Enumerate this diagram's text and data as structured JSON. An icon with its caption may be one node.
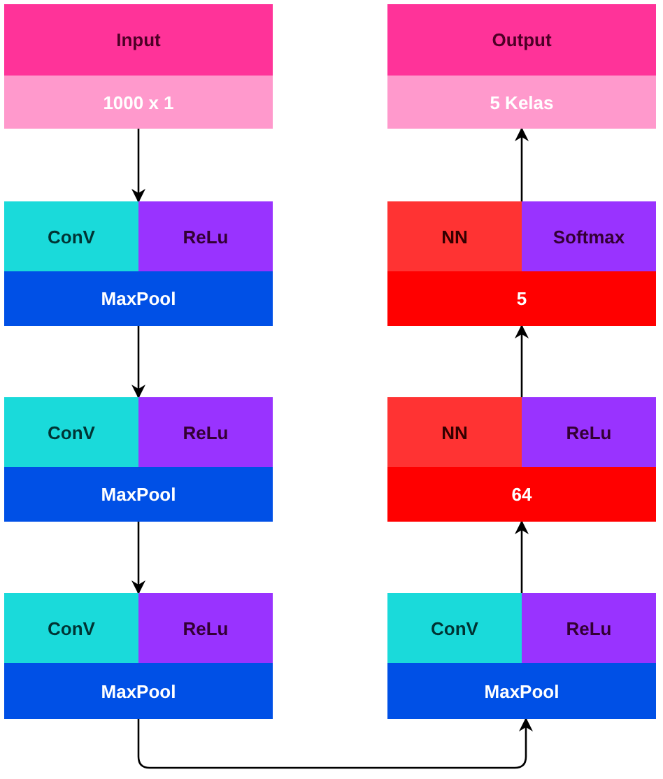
{
  "diagram": {
    "nodes": [
      {
        "text": [
          "Input"
        ]
      },
      {
        "text": [
          "1000 x 1"
        ]
      },
      {
        "text": [
          "Output"
        ]
      },
      {
        "text": [
          "5 Kelas"
        ]
      },
      {
        "text": [
          "ConV"
        ]
      },
      {
        "text": [
          "ReLu"
        ]
      },
      {
        "text": [
          "MaxPool"
        ]
      },
      {
        "text": [
          "NN"
        ]
      },
      {
        "text": [
          "Softmax"
        ]
      },
      {
        "text": [
          "5"
        ]
      },
      {
        "text": [
          "ConV"
        ]
      },
      {
        "text": [
          "ReLu"
        ]
      },
      {
        "text": [
          "MaxPool"
        ]
      },
      {
        "text": [
          "NN"
        ]
      },
      {
        "text": [
          "ReLu"
        ]
      },
      {
        "text": [
          "64"
        ]
      },
      {
        "text": [
          "ConV"
        ]
      },
      {
        "text": [
          "ReLu"
        ]
      },
      {
        "text": [
          "MaxPool"
        ]
      },
      {
        "text": [
          "ConV"
        ]
      },
      {
        "text": [
          "ReLu"
        ]
      },
      {
        "text": [
          "MaxPool"
        ]
      }
    ],
    "edges": [
      {
        "from": 1,
        "to": 4,
        "arrow": "to"
      },
      {
        "from": 6,
        "to": 10,
        "arrow": "to"
      },
      {
        "from": 12,
        "to": 16,
        "arrow": "to"
      },
      {
        "from": 18,
        "to": 21,
        "arrow": "to"
      },
      {
        "from": 19,
        "to": 15,
        "arrow": "to"
      },
      {
        "from": 13,
        "to": 9,
        "arrow": "to"
      },
      {
        "from": 7,
        "to": 3,
        "arrow": "to"
      }
    ]
  }
}
